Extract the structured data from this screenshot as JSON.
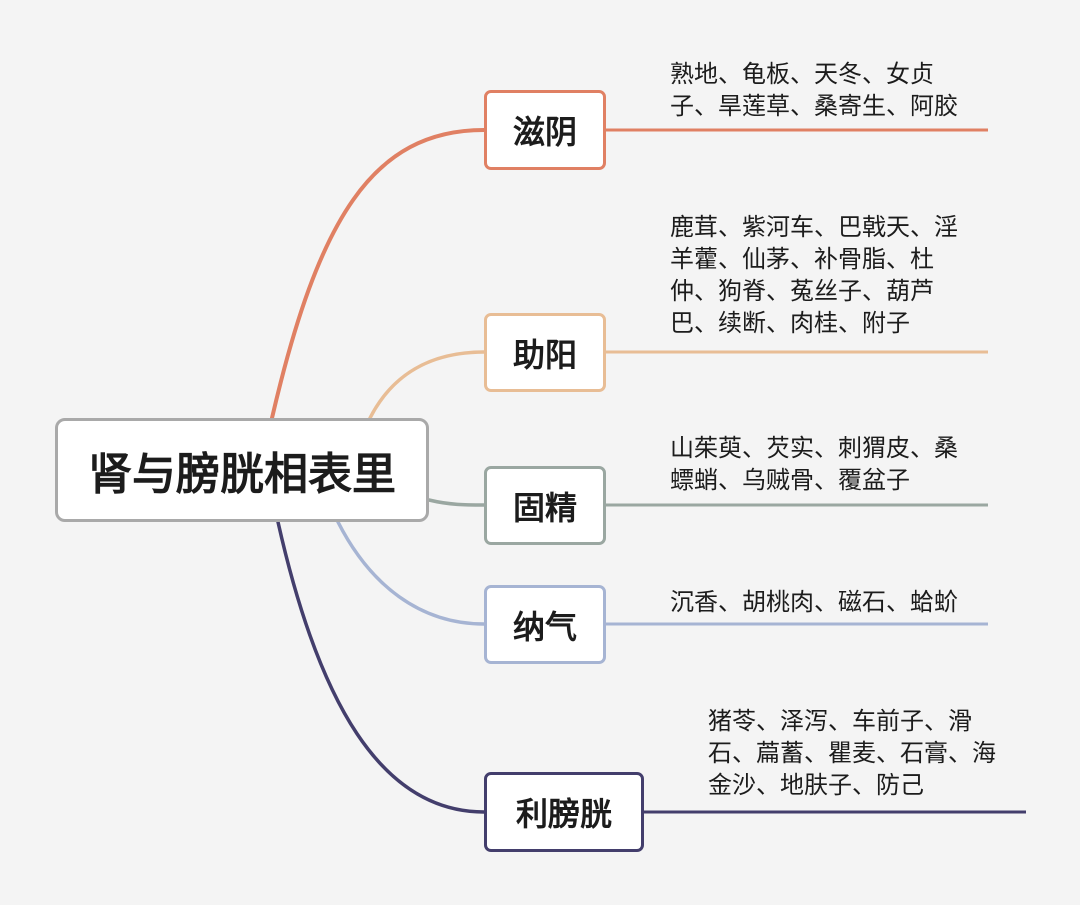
{
  "root": {
    "label": "肾与膀胱相表里"
  },
  "branches": [
    {
      "label": "滋阴",
      "color": "#e08063",
      "items": [
        "熟地、龟板、天冬、女贞",
        "子、旱莲草、桑寄生、阿胶"
      ]
    },
    {
      "label": "助阳",
      "color": "#e8bd95",
      "items": [
        "鹿茸、紫河车、巴戟天、淫",
        "羊藿、仙茅、补骨脂、杜",
        "仲、狗脊、菟丝子、葫芦",
        "巴、续断、肉桂、附子"
      ]
    },
    {
      "label": "固精",
      "color": "#9aa7a1",
      "items": [
        "山茱萸、芡实、刺猬皮、桑",
        "螵蛸、乌贼骨、覆盆子"
      ]
    },
    {
      "label": "纳气",
      "color": "#a6b4d3",
      "items": [
        "沉香、胡桃肉、磁石、蛤蚧"
      ]
    },
    {
      "label": "利膀胱",
      "color": "#433e6c",
      "items": [
        "猪苓、泽泻、车前子、滑",
        "石、萹蓄、瞿麦、石膏、海",
        "金沙、地肤子、防己"
      ]
    }
  ]
}
